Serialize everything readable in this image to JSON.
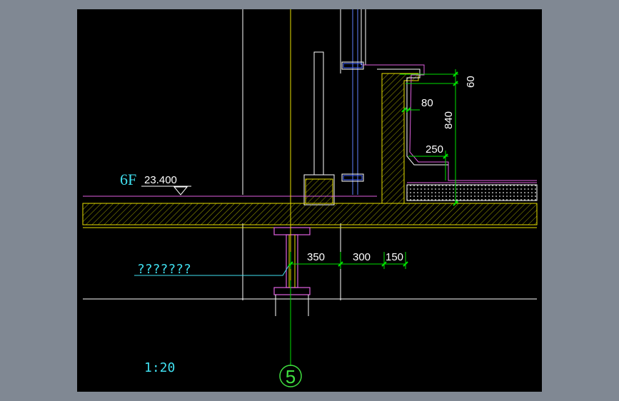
{
  "colors": {
    "background": "#000000",
    "frame": "#808893",
    "dimension": "#00e000",
    "outline": "#ffffff",
    "finish": "#e060e0",
    "structure": "#e8e000",
    "text_cyan": "#40e0f0",
    "axis": "#00e000"
  },
  "floor": {
    "tag": "6F",
    "elevation": "23.400"
  },
  "dimensions": {
    "top": "60",
    "inner": "80",
    "height": "840",
    "gutter": "250",
    "bottom": [
      "350",
      "300",
      "150"
    ]
  },
  "annotation": {
    "note": "???????"
  },
  "scale": "1:20",
  "grid_axis": "5",
  "icons": [
    "elevation-triangle-icon",
    "grid-bubble-icon",
    "tick-mark-icon"
  ]
}
